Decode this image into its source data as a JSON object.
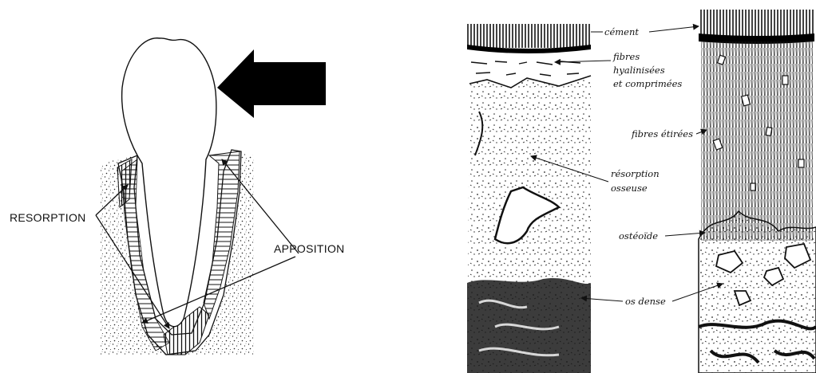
{
  "left_figure": {
    "labels": {
      "resorption": "RESORPTION",
      "apposition": "APPOSITION"
    }
  },
  "right_figure": {
    "labels": {
      "cement": "cément",
      "fibres_hyalinisees_1": "fibres",
      "fibres_hyalinisees_2": "hyalinisées",
      "fibres_hyalinisees_3": "et comprimées",
      "fibres_etirees": "fibres étirées",
      "resorption_1": "résorption",
      "resorption_2": "osseuse",
      "osteoide": "ostéoïde",
      "os_dense": "os dense"
    }
  },
  "colors": {
    "ink": "#111111",
    "background": "#ffffff"
  }
}
